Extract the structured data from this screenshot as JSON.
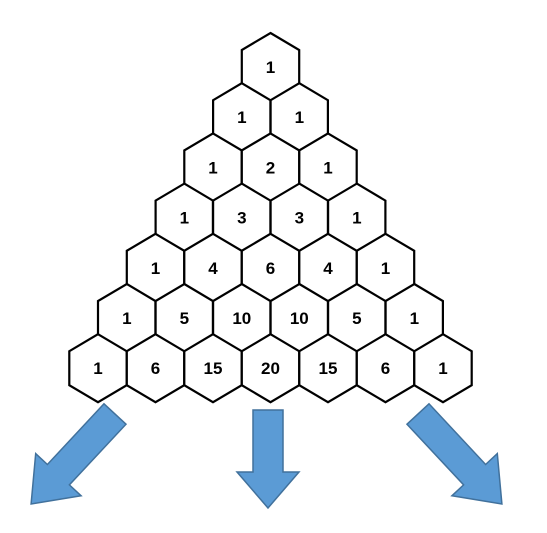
{
  "pascal_triangle": {
    "rows": [
      [
        "1"
      ],
      [
        "1",
        "1"
      ],
      [
        "1",
        "2",
        "1"
      ],
      [
        "1",
        "3",
        "3",
        "1"
      ],
      [
        "1",
        "4",
        "6",
        "4",
        "1"
      ],
      [
        "1",
        "5",
        "10",
        "10",
        "5",
        "1"
      ],
      [
        "1",
        "6",
        "15",
        "20",
        "15",
        "6",
        "1"
      ]
    ]
  },
  "arrows": [
    {
      "direction": "down-left"
    },
    {
      "direction": "down"
    },
    {
      "direction": "down-right"
    }
  ],
  "colors": {
    "hex_fill": "#ffffff",
    "hex_stroke": "#000000",
    "text": "#000000",
    "arrow_fill": "#5b9bd5",
    "arrow_stroke": "#41719c"
  }
}
